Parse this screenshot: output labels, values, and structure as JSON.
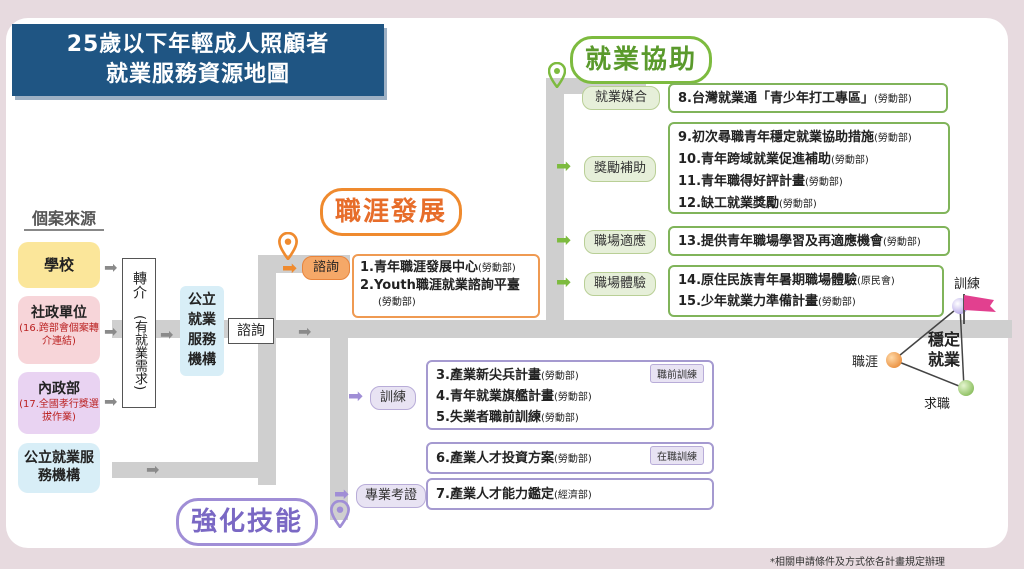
{
  "title": {
    "line1": "25歲以下年輕成人照顧者",
    "line2": "就業服務資源地圖"
  },
  "sections": {
    "employment": "就業協助",
    "career": "職涯發展",
    "skills": "強化技能"
  },
  "sources": {
    "heading": "個案來源",
    "school": "學校",
    "social": "社政單位",
    "social_note": "(16.跨部會個案轉介連結)",
    "interior": "內政部",
    "interior_note": "(17.全國孝行獎選拔作業)",
    "public": "公立就業服務機構"
  },
  "referral": {
    "label": "轉介",
    "note": "(有就業需求)"
  },
  "public_agency": "公立就業服務機構",
  "consult": "諮詢",
  "career": {
    "tag": "諮詢",
    "item1": "1.青年職涯發展中心",
    "item1_org": "(勞動部)",
    "item2": "2.Youth職涯就業諮詢平臺",
    "item2_org": "(勞動部)"
  },
  "employment": {
    "matching_tag": "就業媒合",
    "matching_item": "8.台灣就業通「青少年打工專區」",
    "matching_org": "(勞動部)",
    "incentive_tag": "獎勵補助",
    "incentive_items": [
      {
        "text": "9.初次尋職青年穩定就業協助措施",
        "org": "(勞動部)"
      },
      {
        "text": "10.青年跨域就業促進補助",
        "org": "(勞動部)"
      },
      {
        "text": "11.青年職得好評計畫",
        "org": "(勞動部)"
      },
      {
        "text": "12.缺工就業獎勵",
        "org": "(勞動部)"
      }
    ],
    "adapt_tag": "職場適應",
    "adapt_item": "13.提供青年職場學習及再適應機會",
    "adapt_org": "(勞動部)",
    "experience_tag": "職場體驗",
    "experience_items": [
      {
        "text": "14.原住民族青年暑期職場體驗",
        "org": "(原民會)"
      },
      {
        "text": "15.少年就業力準備計畫",
        "org": "(勞動部)"
      }
    ]
  },
  "skills": {
    "training_tag": "訓練",
    "pre_job_badge": "職前訓練",
    "training_items": [
      {
        "text": "3.產業新尖兵計畫",
        "org": "(勞動部)"
      },
      {
        "text": "4.青年就業旗艦計畫",
        "org": "(勞動部)"
      },
      {
        "text": "5.失業者職前訓練",
        "org": "(勞動部)"
      }
    ],
    "on_job_badge": "在職訓練",
    "on_job_item": "6.產業人才投資方案",
    "on_job_org": "(勞動部)",
    "cert_tag": "專業考證",
    "cert_item": "7.產業人才能力鑑定",
    "cert_org": "(經濟部)"
  },
  "goal": {
    "training": "訓練",
    "career": "職涯",
    "job": "求職",
    "stable": "穩定就業"
  },
  "footnote": "*相關申請條件及方式依各計畫規定辦理",
  "colors": {
    "navy": "#1f5583",
    "green": "#7dbb3f",
    "orange": "#ef8a2e",
    "purple": "#a08ed6",
    "pink": "#e2408f"
  }
}
